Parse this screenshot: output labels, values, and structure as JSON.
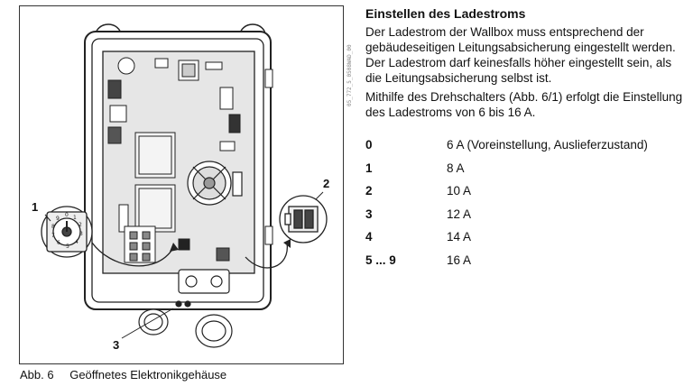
{
  "side_code": "05_772_5_0508WAD_00",
  "figure": {
    "callouts": [
      "1",
      "2",
      "3"
    ],
    "dial_digits": [
      "0",
      "1",
      "2",
      "3",
      "4",
      "5",
      "6",
      "7",
      "8",
      "9"
    ]
  },
  "caption": {
    "number": "Abb. 6",
    "text": "Geöffnetes Elektronikgehäuse"
  },
  "section": {
    "title": "Einstellen des Ladestroms",
    "paragraphs": [
      "Der Ladestrom der Wallbox muss entsprechend der gebäudeseitigen Leitungsabsicherung eingestellt werden. Der Ladestrom darf keinesfalls höher eingestellt sein, als die Leitungsabsicherung selbst ist.",
      "Mithilfe des Drehschalters (Abb. 6/1) erfolgt die Einstellung des Ladestroms von 6 bis 16 A."
    ]
  },
  "settings": [
    {
      "position": "0",
      "current": "6 A (Voreinstellung, Auslieferzustand)"
    },
    {
      "position": "1",
      "current": "8 A"
    },
    {
      "position": "2",
      "current": "10 A"
    },
    {
      "position": "3",
      "current": "12 A"
    },
    {
      "position": "4",
      "current": "14 A"
    },
    {
      "position": "5 ... 9",
      "current": "16 A"
    }
  ]
}
